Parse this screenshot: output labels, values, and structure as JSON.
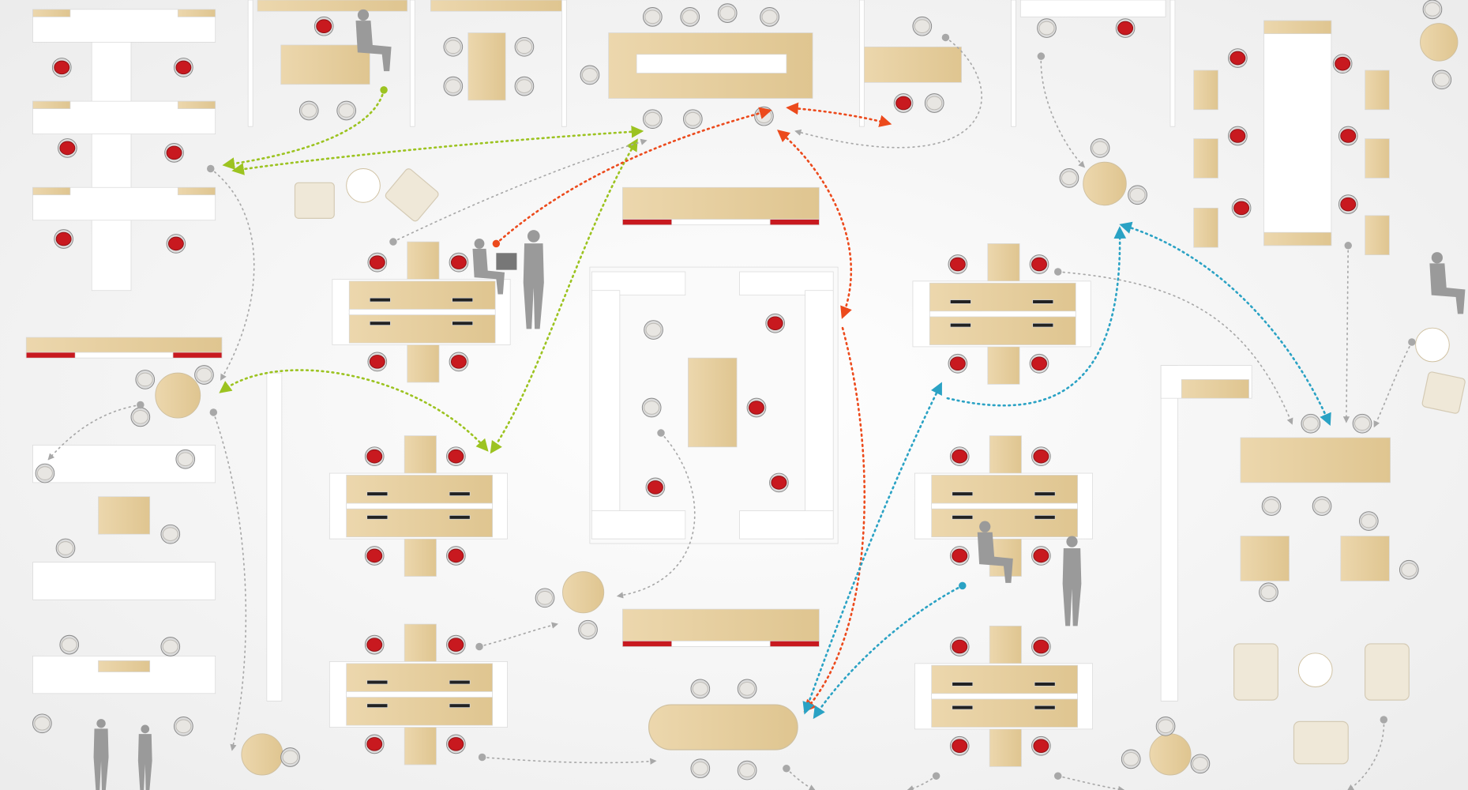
{
  "scene": {
    "description_type": "office floor plan rendering",
    "colors": {
      "background": "#f4f4f4",
      "wood": "#e6cf9f",
      "desk_white": "#ffffff",
      "chair_red": "#c8191f",
      "chair_grey": "#e8e6e2",
      "person": "#9a9a9a",
      "flow_green": "#9cc320",
      "flow_orange": "#ec4a1c",
      "flow_blue": "#2aa2c4",
      "flow_grey": "#a8a8a8"
    },
    "icons": [
      "person-silhouette",
      "flow-arrow"
    ]
  }
}
